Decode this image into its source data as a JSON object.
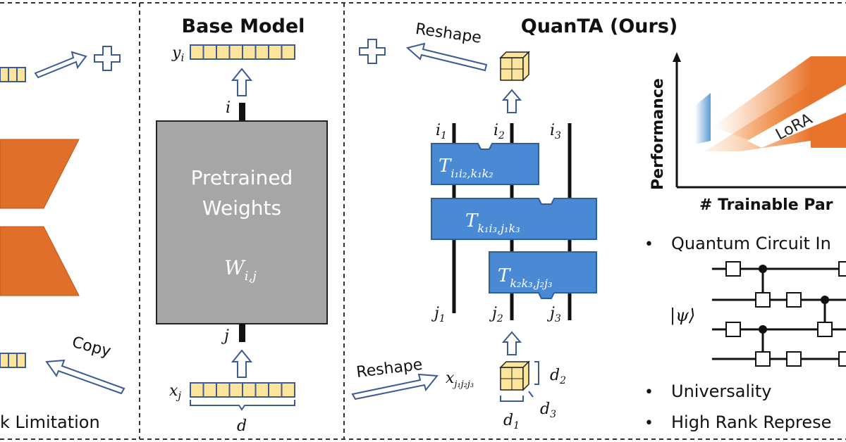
{
  "left_panel": {
    "caption": "k Limitation",
    "copy_label": "Copy"
  },
  "base_model": {
    "title": "Base Model",
    "weights_line1": "Pretrained",
    "weights_line2": "Weights",
    "weight_symbol": "W",
    "weight_sub": "i,j",
    "top_index": "i",
    "bottom_index": "j",
    "output": "y",
    "output_sub": "i",
    "input": "x",
    "input_sub": "j",
    "dim": "d"
  },
  "quanta": {
    "title": "QuanTA (Ours)",
    "reshape_top": "Reshape",
    "reshape_bottom": "Reshape",
    "top_indices": [
      {
        "base": "i",
        "sub": "1"
      },
      {
        "base": "i",
        "sub": "2"
      },
      {
        "base": "i",
        "sub": "3"
      }
    ],
    "bottom_indices": [
      {
        "base": "j",
        "sub": "1"
      },
      {
        "base": "j",
        "sub": "2"
      },
      {
        "base": "j",
        "sub": "3"
      }
    ],
    "tensors": [
      {
        "base": "T",
        "sub": "i₁i₂,k₁k₂"
      },
      {
        "base": "T",
        "sub": "k₁i₃,j₁k₃"
      },
      {
        "base": "T",
        "sub": "k₂k₃,j₂j₃"
      }
    ],
    "input": "x",
    "input_sub": "j₁j₂j₃",
    "dims": [
      {
        "base": "d",
        "sub": "2"
      },
      {
        "base": "d",
        "sub": "3"
      },
      {
        "base": "d",
        "sub": "1"
      }
    ]
  },
  "right_panel": {
    "y_label": "Performance",
    "x_label": "# Trainable Par",
    "lora_label": "LoRA",
    "bullets": [
      "Quantum Circuit In",
      "Universality",
      "High Rank Represe"
    ],
    "psi_label": "|ψ⟩"
  },
  "colors": {
    "cell_fill": "#fce59b",
    "tensor_blue": "#4a8ad4",
    "tensor_border": "#2f5f99",
    "orange": "#e8742b",
    "arrow_outline": "#3c5a96",
    "gray_box": "#a6a6a6"
  }
}
